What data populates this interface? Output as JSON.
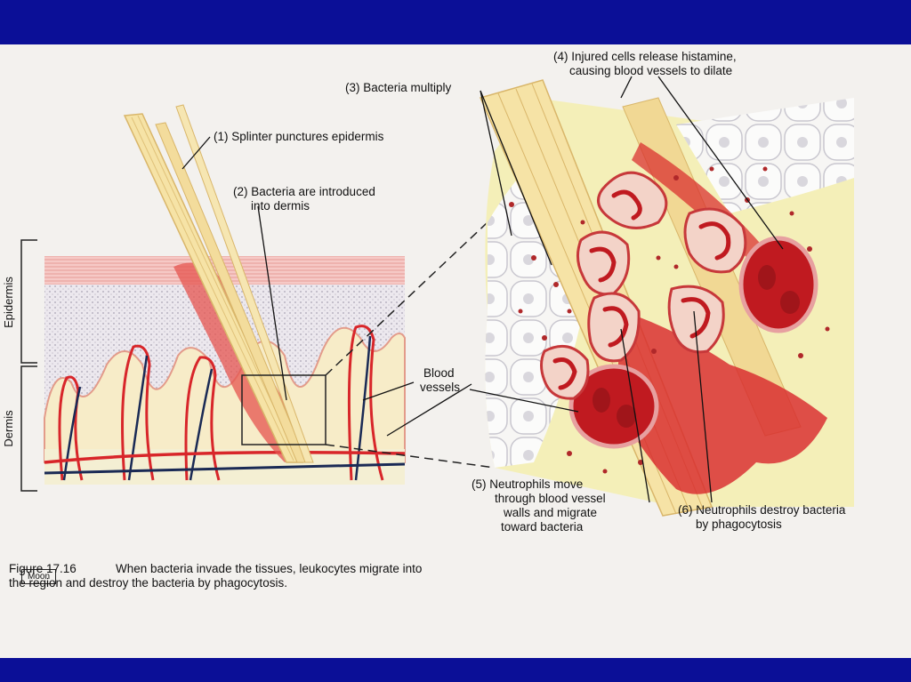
{
  "labels": {
    "step1": "(1) Splinter punctures epidermis",
    "step2_line1": "(2) Bacteria are introduced",
    "step2_line2": "into dermis",
    "step3": "(3) Bacteria multiply",
    "step4_line1": "(4) Injured cells release histamine,",
    "step4_line2": "causing blood vessels to dilate",
    "blood_line1": "Blood",
    "blood_line2": "vessels",
    "step5_line1": "(5) Neutrophils move",
    "step5_line2": "through blood vessel",
    "step5_line3": "walls and migrate",
    "step5_line4": "toward bacteria",
    "step6_line1": "(6) Neutrophils destroy bacteria",
    "step6_line2": "by phagocytosis",
    "epidermis": "Epidermis",
    "dermis": "Dermis",
    "credit": "Moon"
  },
  "caption": {
    "figure_label": "Figure  17.16",
    "text": "When bacteria invade the tissues, leukocytes migrate into the region and destroy the bacteria by phagocytosis."
  },
  "colors": {
    "slide_background": "#0b0f97",
    "blood_red": "#d8262a",
    "vein_navy": "#1a2a55",
    "epidermis_pink": "#f2b8b8",
    "tissue_yellow": "#f4efb8"
  }
}
